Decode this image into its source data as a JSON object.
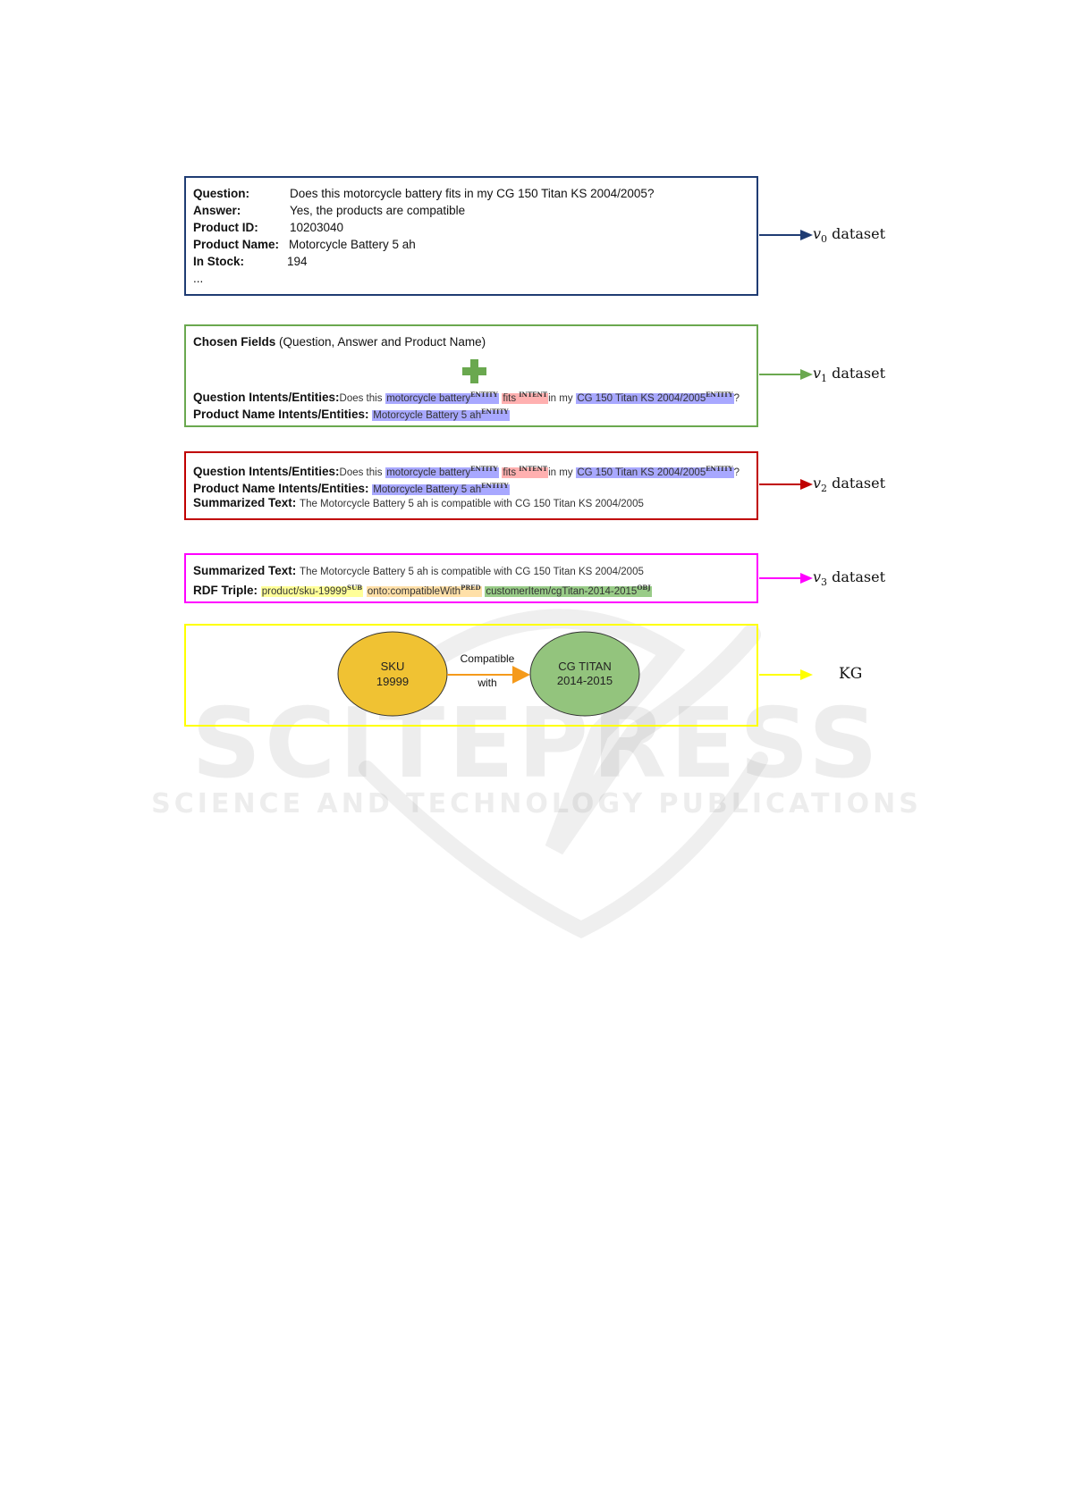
{
  "watermark": {
    "big": "SCITEPRESS",
    "small": "SCIENCE AND TECHNOLOGY PUBLICATIONS"
  },
  "tags": {
    "entity": "ENTITY",
    "intent": "INTENT",
    "sub": "SUB",
    "pred": "PRED",
    "obj": "OBJ"
  },
  "v0": {
    "question_label": "Question:",
    "question_value": "Does this motorcycle battery fits in my CG 150 Titan KS 2004/2005?",
    "answer_label": "Answer:",
    "answer_value": "Yes, the products are compatible",
    "product_id_label": "Product ID:",
    "product_id_value": "10203040",
    "product_name_label": "Product Name:",
    "product_name_value": "Motorcycle Battery 5 ah",
    "in_stock_label": "In Stock:",
    "in_stock_value": "194",
    "ellipsis": "..."
  },
  "v1": {
    "chosen_label": "Chosen Fields",
    "chosen_value": "(Question, Answer and Product Name)",
    "plus_icon": "plus-icon",
    "q_label": "Question Intents/Entities:",
    "q_pre": "Does this",
    "q_entity1": "motorcycle battery",
    "q_intent": "fits",
    "q_mid": "in my",
    "q_entity2": "CG 150 Titan KS 2004/2005",
    "q_end": "?",
    "pn_label": "Product Name Intents/Entities:",
    "pn_entity": "Motorcycle Battery 5 ah"
  },
  "v2": {
    "q_label": "Question Intents/Entities:",
    "q_pre": "Does this",
    "q_entity1": "motorcycle battery",
    "q_intent": "fits",
    "q_mid": "in my",
    "q_entity2": "CG 150 Titan KS 2004/2005",
    "q_end": "?",
    "pn_label": "Product Name Intents/Entities:",
    "pn_entity": "Motorcycle Battery 5 ah",
    "sum_label": "Summarized Text:",
    "sum_value": "The Motorcycle Battery 5 ah is compatible with CG 150 Titan KS 2004/2005"
  },
  "v3": {
    "sum_label": "Summarized Text:",
    "sum_value": "The Motorcycle Battery 5 ah is compatible with CG 150 Titan KS 2004/2005",
    "rdf_label": "RDF Triple:",
    "rdf_sub": "product/sku-19999",
    "rdf_pred": "onto:compatibleWith",
    "rdf_obj": "customerItem/cgTitan-2014-2015"
  },
  "kg": {
    "node1_line1": "SKU",
    "node1_line2": "19999",
    "edge_line1": "Compatible",
    "edge_line2": "with",
    "node2_line1": "CG TITAN",
    "node2_line2": "2014-2015",
    "node1_color": "#f0c233",
    "node2_color": "#93c47d",
    "edge_color": "#f59a1b"
  },
  "outputs": {
    "v0_var": "v",
    "v0_sub": "0",
    "v1_var": "v",
    "v1_sub": "1",
    "v2_var": "v",
    "v2_sub": "2",
    "v3_var": "v",
    "v3_sub": "3",
    "dataset_word": "dataset",
    "kg_label": "KG"
  },
  "colors": {
    "v0_border": "#1f3c73",
    "v1_border": "#6aa84f",
    "v2_border": "#c00000",
    "v3_border": "#ff00ff",
    "kg_border": "#ffff00",
    "entity_highlight": "#a8a8ff",
    "intent_highlight": "#ffb0b0",
    "sub_highlight": "#ffff99",
    "pred_highlight": "#ffe0a8",
    "obj_highlight": "#99cc88"
  }
}
